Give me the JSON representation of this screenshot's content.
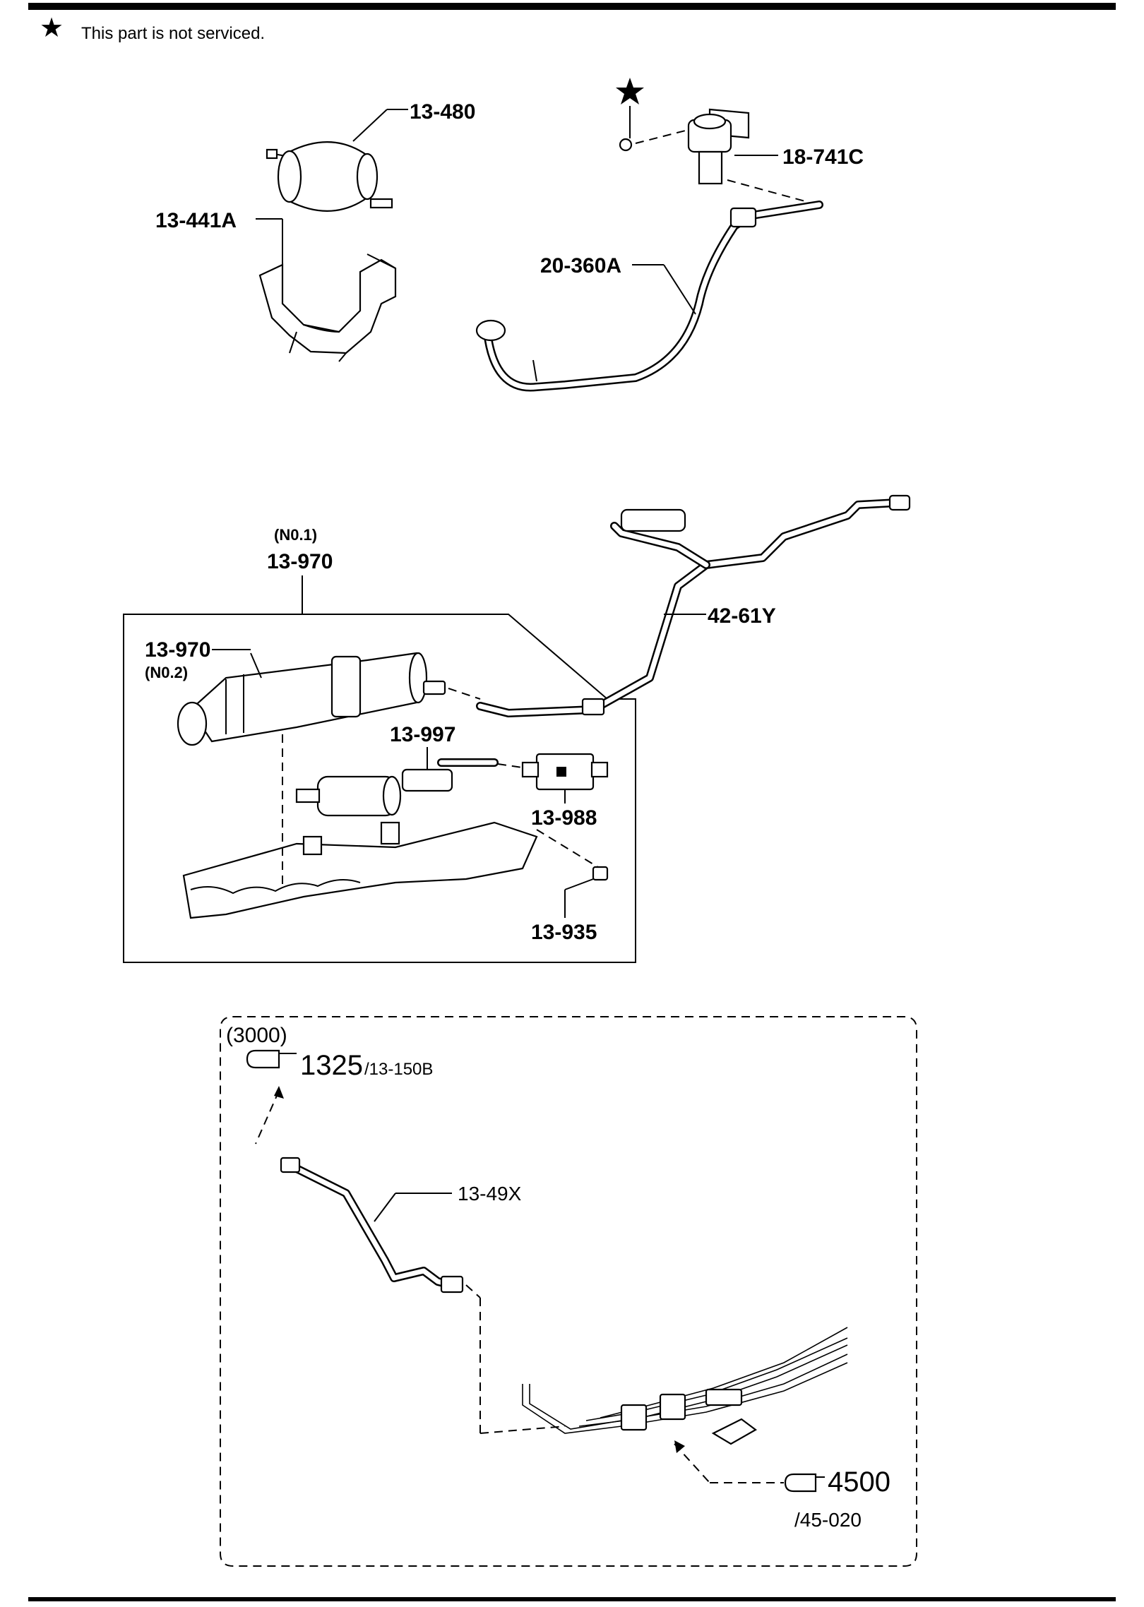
{
  "legend": {
    "symbol": "★",
    "text": "This part is not serviced."
  },
  "parts": {
    "p13_480": "13-480",
    "p13_441a": "13-441A",
    "p18_741c": "18-741C",
    "p20_360a": "20-360A",
    "p13_970_no1_note": "(N0.1)",
    "p13_970_no1": "13-970",
    "p13_970_no2": "13-970",
    "p13_970_no2_note": "(N0.2)",
    "p42_61y": "42-61Y",
    "p13_997": "13-997",
    "p13_988": "13-988",
    "p13_935": "13-935",
    "p13_49x": "13-49X"
  },
  "references": {
    "variant": "(3000)",
    "ref1_main": "1325",
    "ref1_sub": "/13-150B",
    "ref2_main": "4500",
    "ref2_sub": "/45-020"
  }
}
